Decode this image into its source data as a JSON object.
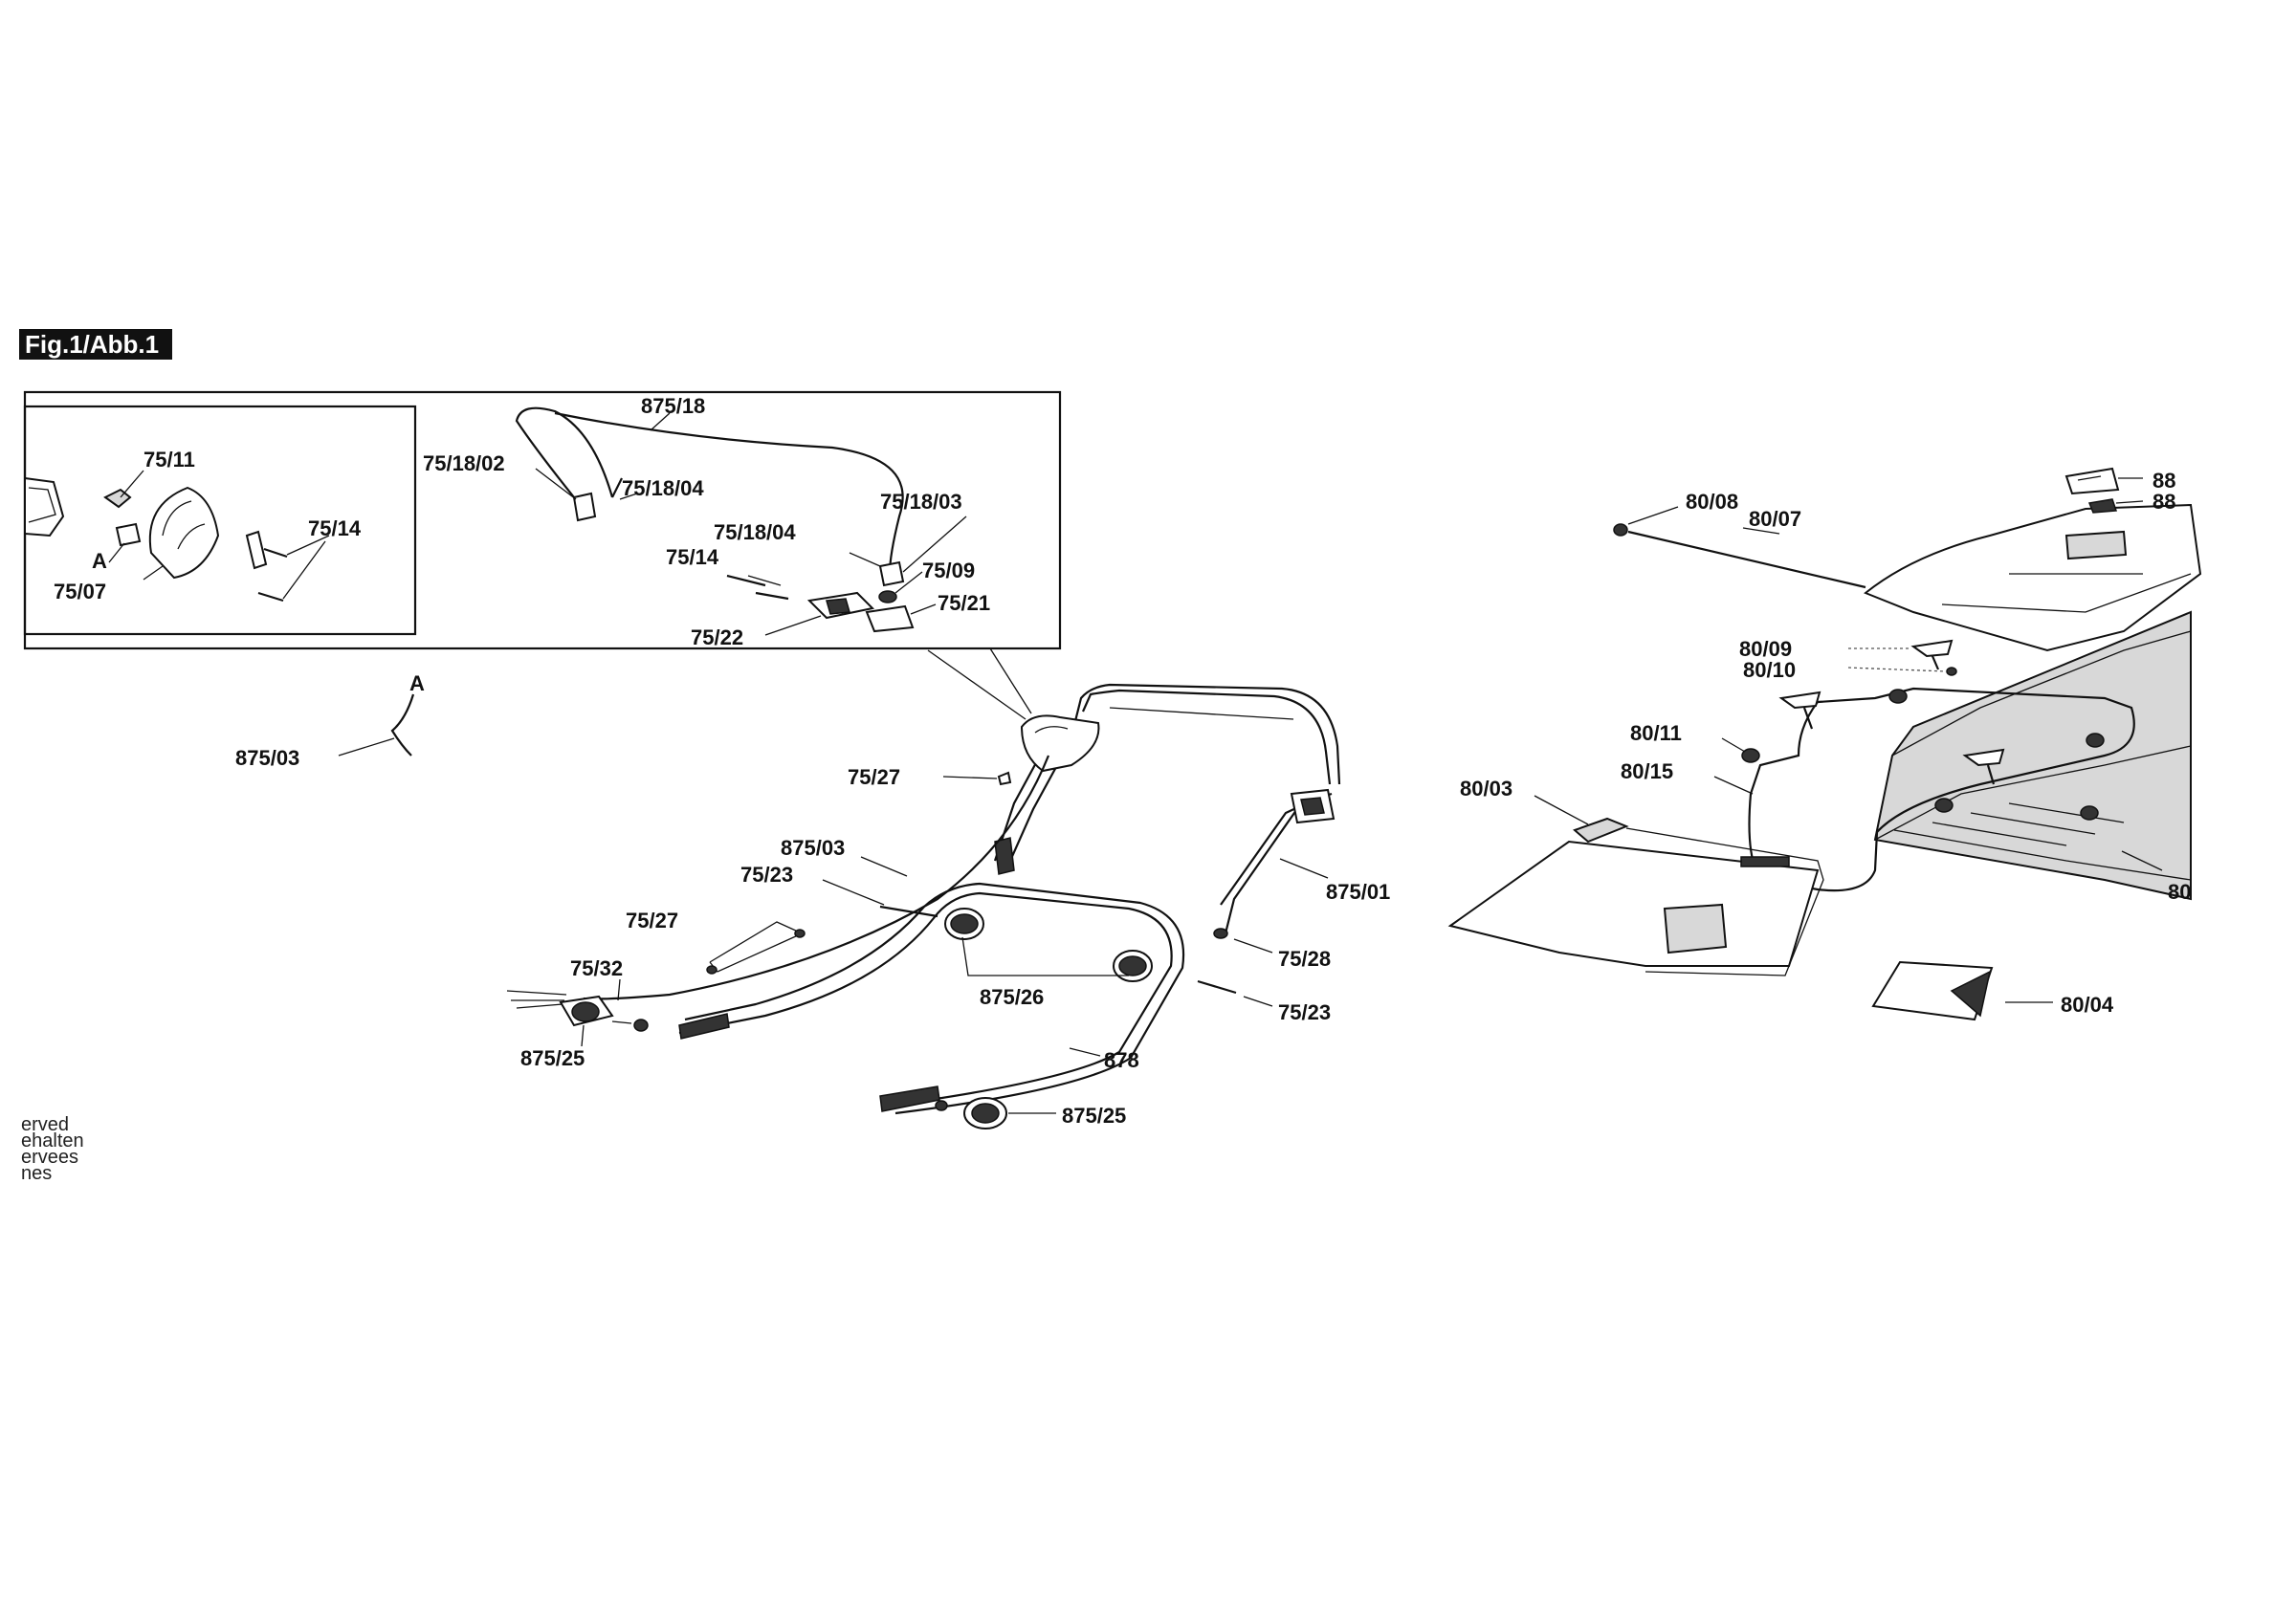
{
  "figure": {
    "title": "Fig.1/Abb.1"
  },
  "rights_fragments": [
    "erved",
    "ehalten",
    "ervees",
    "nes"
  ],
  "callouts": {
    "c_875_18": "875/18",
    "c_75_11": "75/11",
    "c_75_18_02": "75/18/02",
    "c_75_18_04a": "75/18/04",
    "c_75_18_03": "75/18/03",
    "c_75_14a": "75/14",
    "c_75_18_04b": "75/18/04",
    "c_75_14b": "75/14",
    "c_A_detail": "A",
    "c_75_07": "75/07",
    "c_75_09": "75/09",
    "c_75_21": "75/21",
    "c_75_22": "75/22",
    "c_A_cable": "A",
    "c_875_03a": "875/03",
    "c_75_27a": "75/27",
    "c_875_03b": "875/03",
    "c_75_23a": "75/23",
    "c_75_27b": "75/27",
    "c_75_32": "75/32",
    "c_875_25a": "875/25",
    "c_875_26": "875/26",
    "c_878": "878",
    "c_875_25b": "875/25",
    "c_875_01": "875/01",
    "c_75_28": "75/28",
    "c_75_23b": "75/23",
    "c_80_08": "80/08",
    "c_80_07": "80/07",
    "c_88a": "88",
    "c_88b": "88",
    "c_80_09": "80/09",
    "c_80_10": "80/10",
    "c_80_11": "80/11",
    "c_80_15": "80/15",
    "c_80_03": "80/03",
    "c_80_cut": "80",
    "c_80_04": "80/04"
  }
}
